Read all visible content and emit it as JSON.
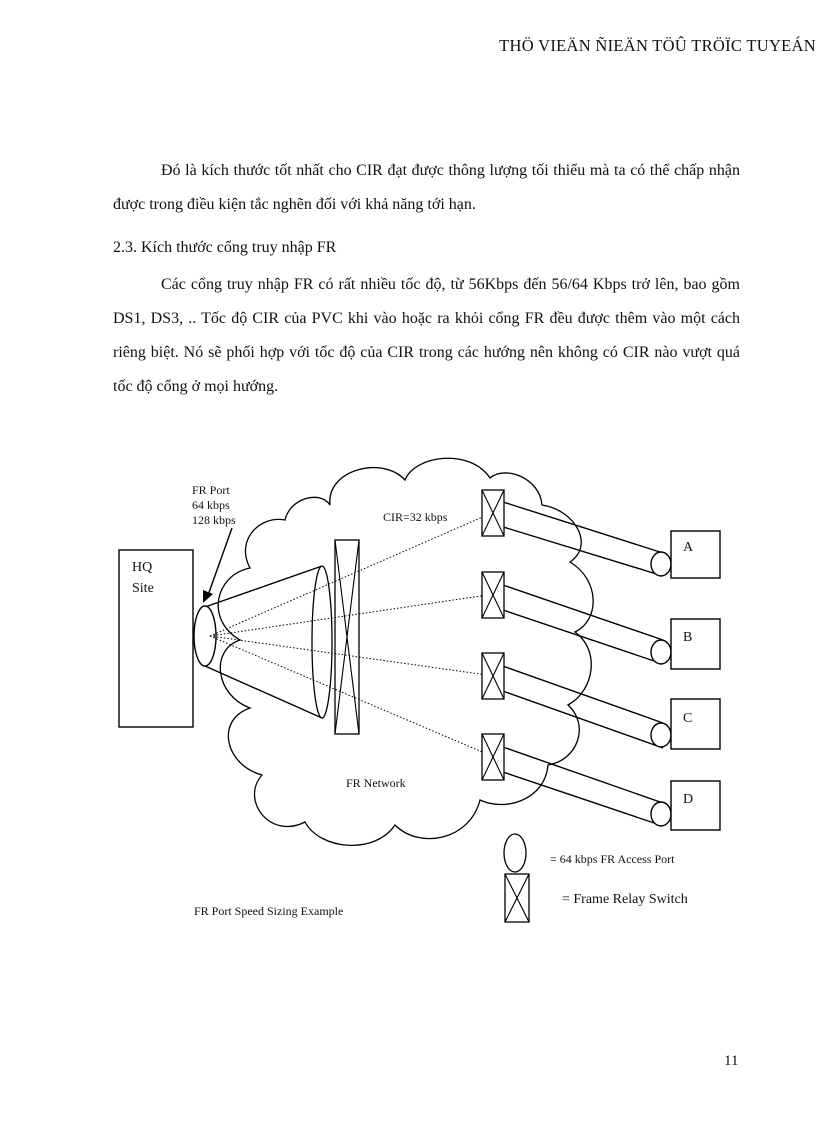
{
  "header": {
    "title": "THÖ VIEÄN ÑIEÄN TÖÛ TRÖÏC TUYEÁN"
  },
  "body": {
    "para1": "Đó là kích thước tốt nhất cho CIR đạt được thông lượng tối thiểu mà ta có thể chấp nhận được trong điều kiện tắc nghẽn đối với khả năng tới hạn.",
    "heading": "2.3. Kích thước cổng truy nhập FR",
    "para2": "Các cổng truy nhập FR có rất nhiều tốc độ, từ 56Kbps đến 56/64 Kbps trở lên, bao gồm DS1, DS3, .. Tốc độ CIR của PVC khi vào hoặc ra khỏi cổng FR đều được thêm vào một cách riêng biệt. Nó sẽ phối hợp với tốc độ của CIR trong các hướng nên không có CIR nào vượt quá tốc độ cổng ở mọi hướng."
  },
  "diagram": {
    "fr_port_line1": "FR Port",
    "fr_port_line2": "64 kbps",
    "fr_port_line3": "128 kbps",
    "cir_label": "CIR=32 kbps",
    "hq_line1": "HQ",
    "hq_line2": "Site",
    "network_label": "FR Network",
    "site_a": "A",
    "site_b": "B",
    "site_c": "C",
    "site_d": "D",
    "legend_port": "=   64 kbps FR Access Port",
    "legend_switch": "= Frame Relay Switch",
    "caption": "FR Port Speed Sizing Example"
  },
  "page_number": "11"
}
